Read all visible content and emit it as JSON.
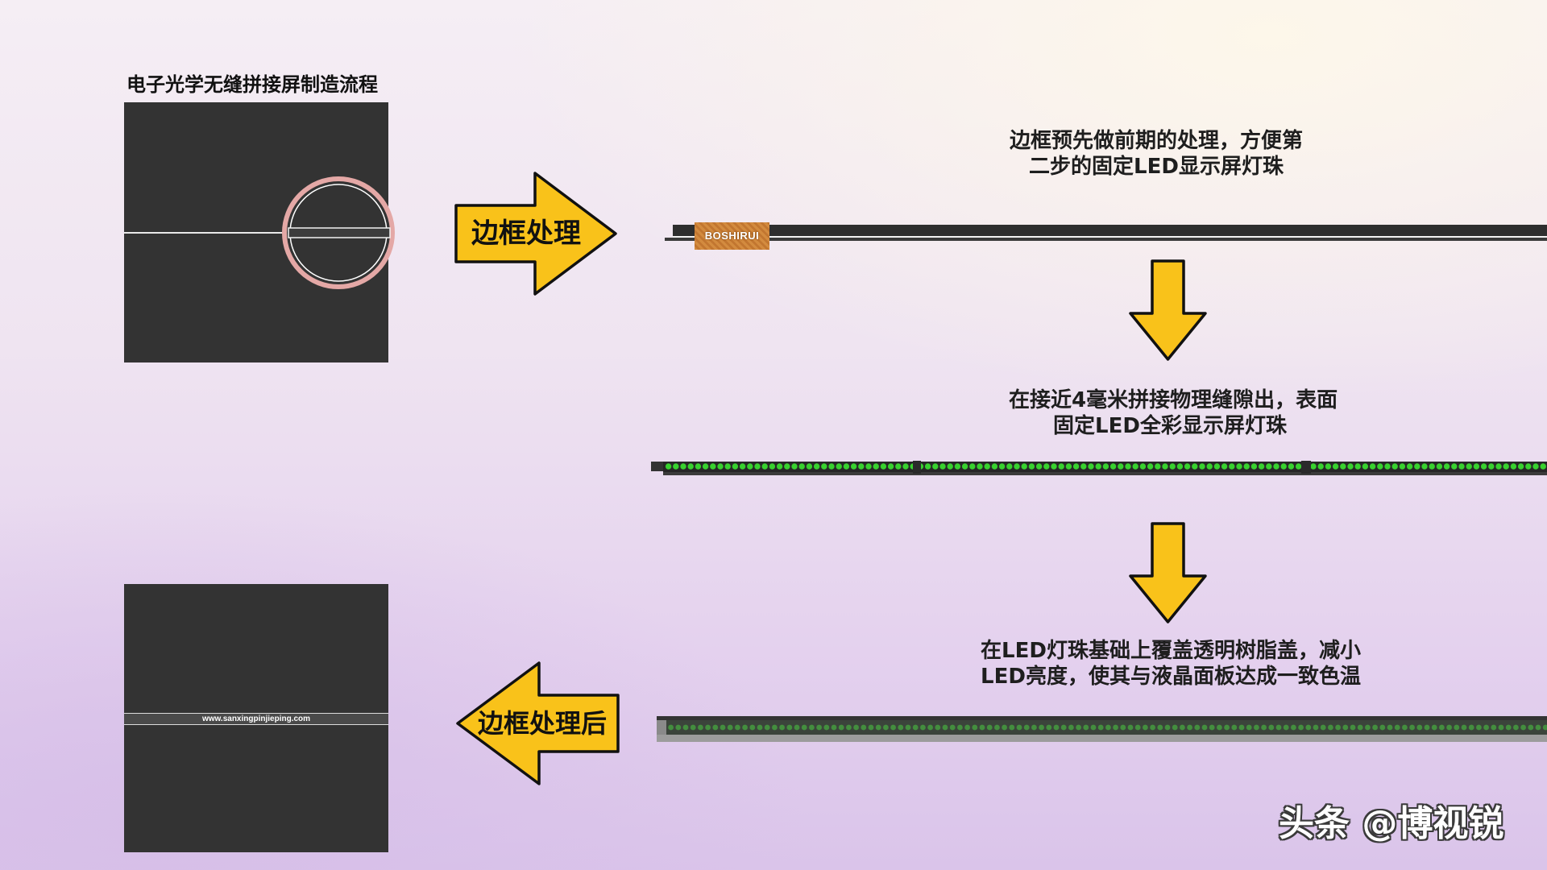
{
  "title": "电子光学无缝拼接屏制造流程",
  "arrow_right": {
    "label": "边框处理"
  },
  "arrow_left": {
    "label": "边框处理后"
  },
  "steps": [
    {
      "line1": "边框预先做前期的处理，方便第",
      "line2": "二步的固定LED显示屏灯珠"
    },
    {
      "line1": "在接近4毫米拼接物理缝隙出，表面",
      "line2": "固定LED全彩显示屏灯珠"
    },
    {
      "line1": "在LED灯珠基础上覆盖透明树脂盖，减小",
      "line2": "LED亮度，使其与液晶面板达成一致色温"
    }
  ],
  "frame_label": "BOSHIRUI",
  "seam_text": "www.sanxingpinjieping.com",
  "watermark": "头条 @博视锐",
  "colors": {
    "arrow_fill": "#f9c21a",
    "arrow_outline": "#111111",
    "panel": "#333333",
    "led_green": "#38d12f",
    "zoom_ring": "#e4a8a6",
    "label_box": "#d38b3f"
  }
}
